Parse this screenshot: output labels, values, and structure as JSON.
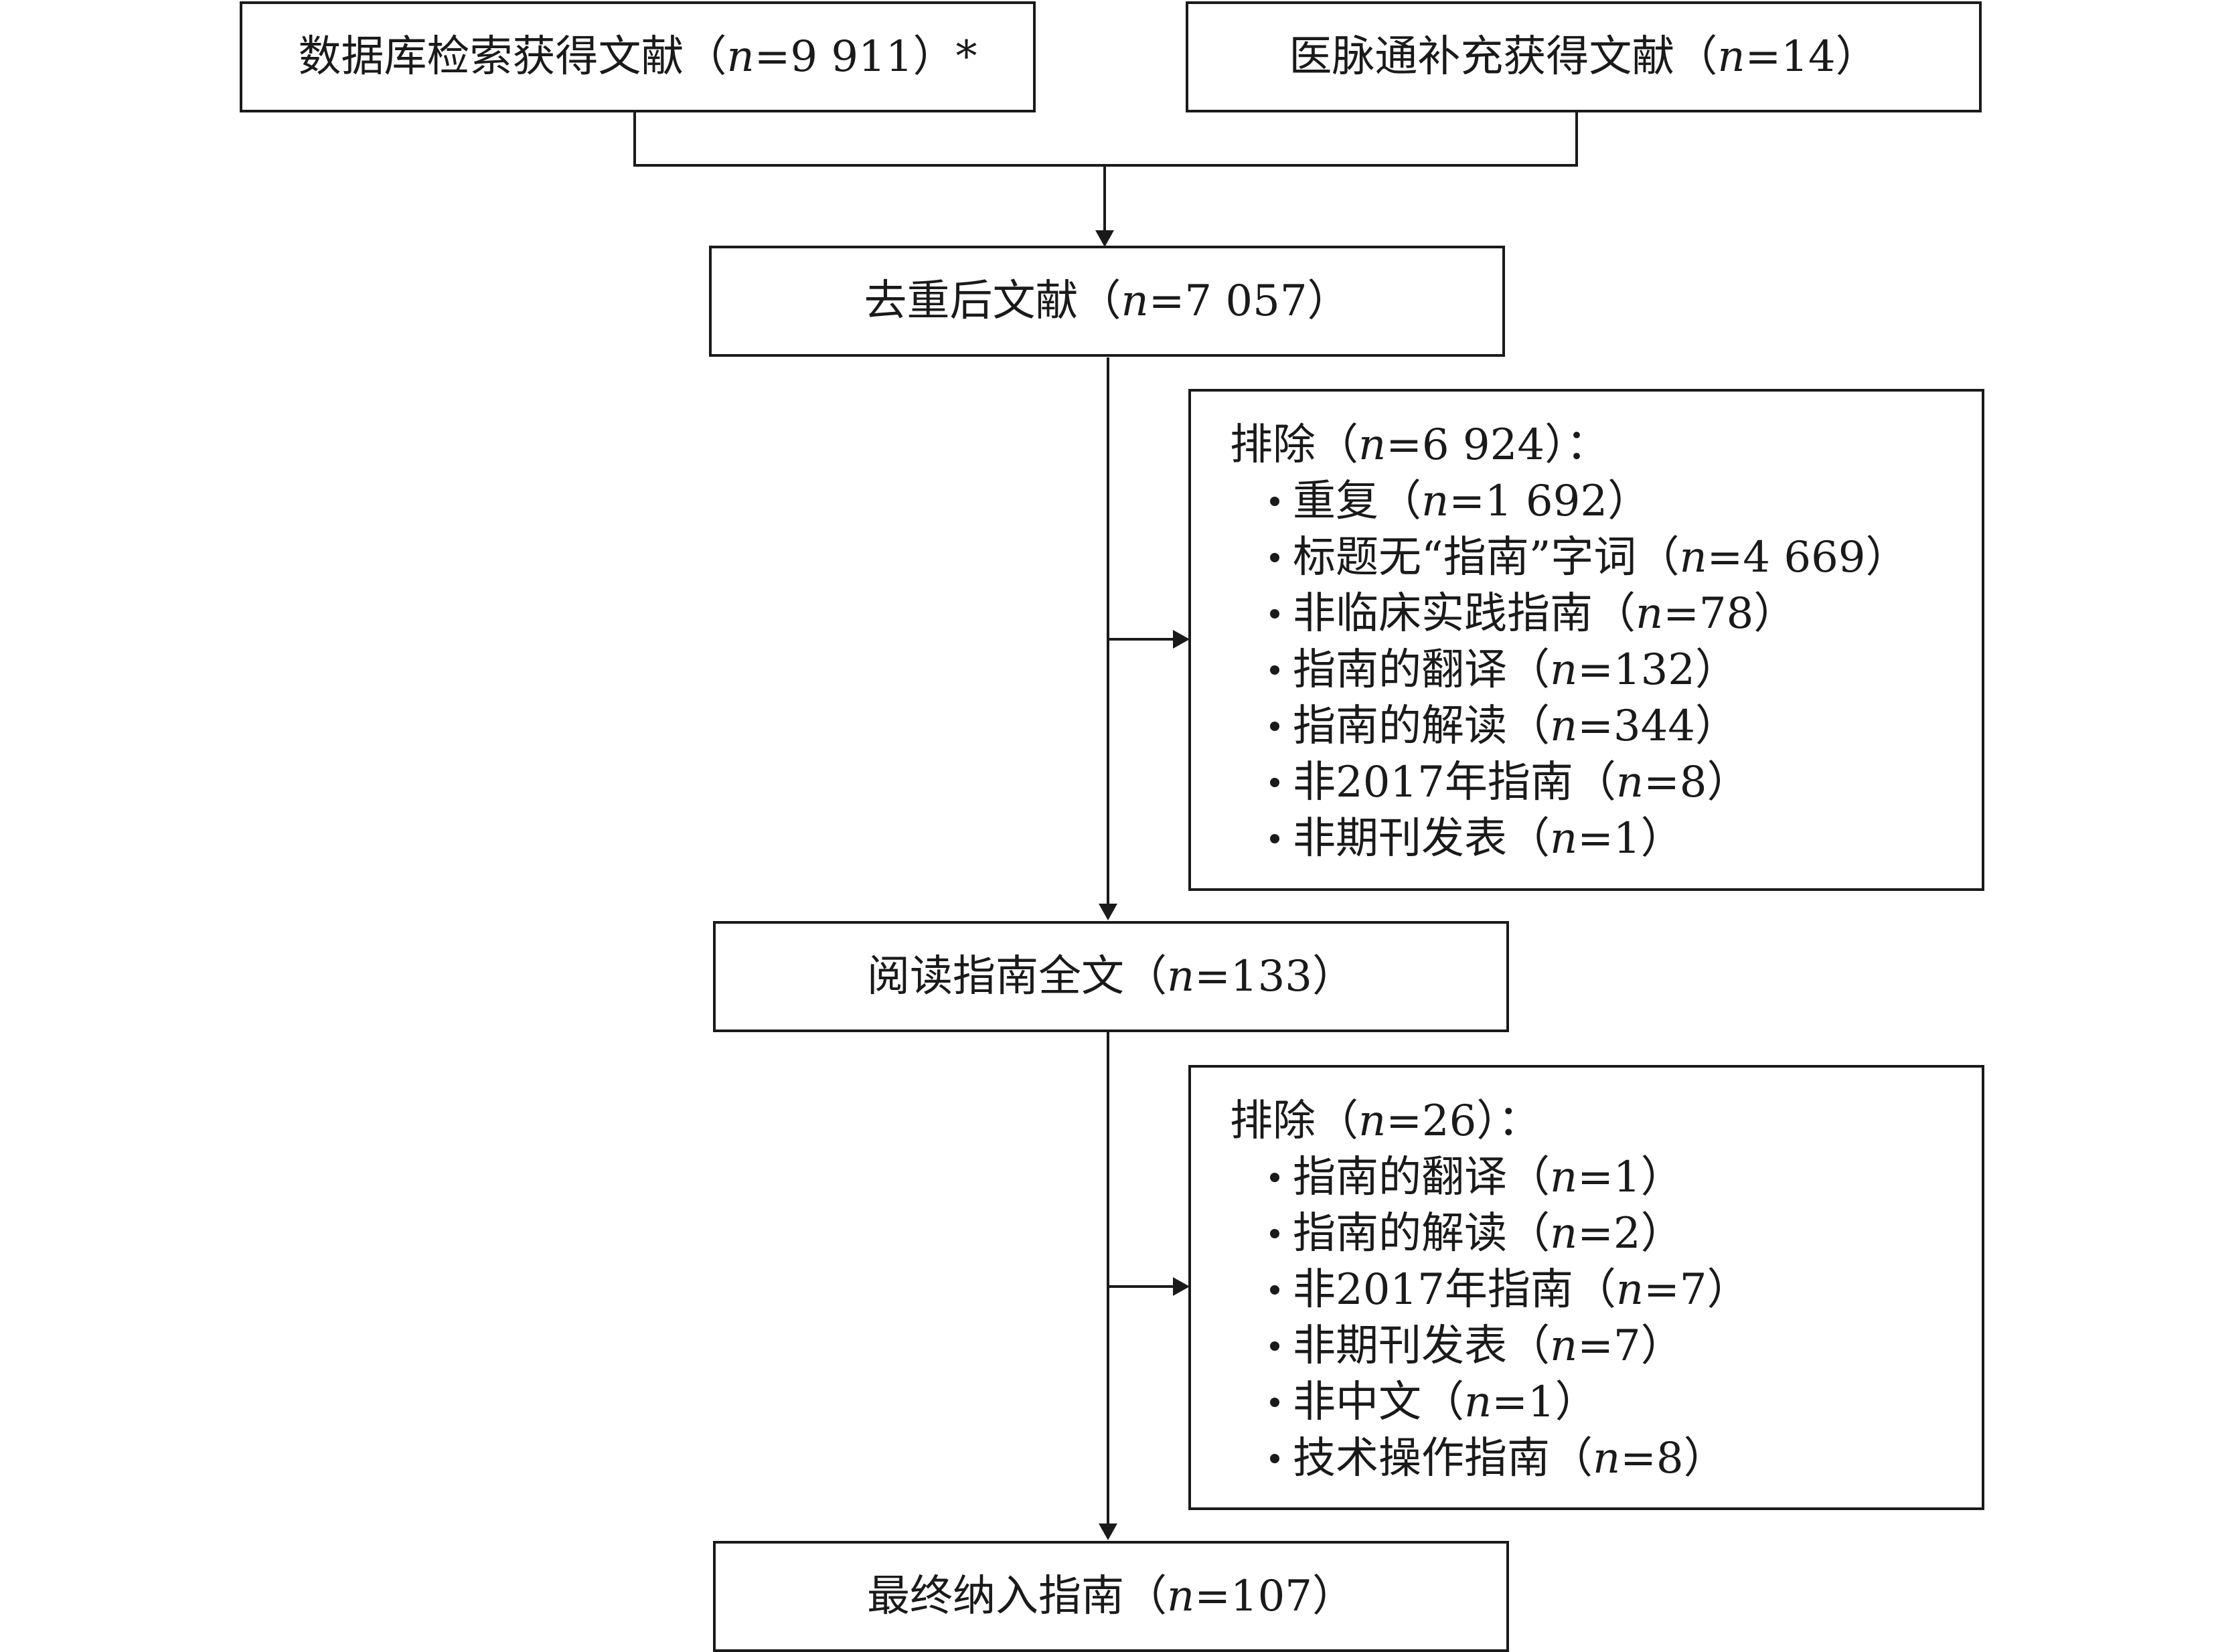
{
  "boxes": {
    "db_search": {
      "label": "数据库检索获得文献",
      "open": "（",
      "n": "n",
      "value": "=9 911",
      "close": "）*"
    },
    "supplement": {
      "label": "医脉通补充获得文献",
      "open": "（",
      "n": "n",
      "value": "=14",
      "close": "）"
    },
    "dedup": {
      "label": "去重后文献",
      "open": "（",
      "n": "n",
      "value": "=7 057",
      "close": "）"
    },
    "fulltext": {
      "label": "阅读指南全文",
      "open": "（",
      "n": "n",
      "value": "=133",
      "close": "）"
    },
    "final": {
      "label": "最终纳入指南",
      "open": "（",
      "n": "n",
      "value": "=107",
      "close": "）"
    }
  },
  "exclusion1": {
    "head": {
      "label": "排除",
      "open": "（",
      "n": "n",
      "value": "=6 924",
      "close": "）："
    },
    "items": [
      {
        "label": "重复",
        "open": "（",
        "n": "n",
        "value": "=1 692",
        "close": "）"
      },
      {
        "label": "标题无“指南”字词",
        "open": "（",
        "n": "n",
        "value": "=4 669",
        "close": "）"
      },
      {
        "label": "非临床实践指南",
        "open": "（",
        "n": "n",
        "value": "=78",
        "close": "）"
      },
      {
        "label": "指南的翻译",
        "open": "（",
        "n": "n",
        "value": "=132",
        "close": "）"
      },
      {
        "label": "指南的解读",
        "open": "（",
        "n": "n",
        "value": "=344",
        "close": "）"
      },
      {
        "label": "非2017年指南",
        "open": "（",
        "n": "n",
        "value": "=8",
        "close": "）"
      },
      {
        "label": "非期刊发表",
        "open": "（",
        "n": "n",
        "value": "=1",
        "close": "）"
      }
    ]
  },
  "exclusion2": {
    "head": {
      "label": "排除",
      "open": "（",
      "n": "n",
      "value": "=26",
      "close": "）："
    },
    "items": [
      {
        "label": "指南的翻译",
        "open": "（",
        "n": "n",
        "value": "=1",
        "close": "）"
      },
      {
        "label": "指南的解读",
        "open": "（",
        "n": "n",
        "value": "=2",
        "close": "）"
      },
      {
        "label": "非2017年指南",
        "open": "（",
        "n": "n",
        "value": "=7",
        "close": "）"
      },
      {
        "label": "非期刊发表",
        "open": "（",
        "n": "n",
        "value": "=7",
        "close": "）"
      },
      {
        "label": "非中文",
        "open": "（",
        "n": "n",
        "value": "=1",
        "close": "）"
      },
      {
        "label": "技术操作指南",
        "open": "（",
        "n": "n",
        "value": "=8",
        "close": "）"
      }
    ]
  },
  "colors": {
    "stroke": "#1a1a1a",
    "background": "#ffffff"
  }
}
